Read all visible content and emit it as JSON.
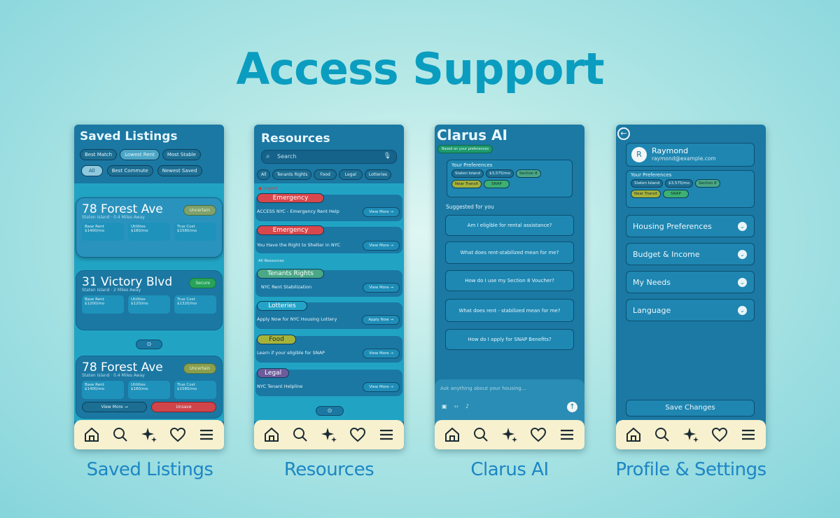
{
  "page": {
    "title": "Access Support"
  },
  "nav_icons": [
    "home-icon",
    "search-icon",
    "sparkle-icon",
    "heart-icon",
    "menu-icon"
  ],
  "captions": [
    "Saved Listings",
    "Resources",
    "Clarus AI",
    "Profile & Settings"
  ],
  "saved": {
    "title": "Saved Listings",
    "filters_row1": [
      "Best Match",
      "Lowest Rent",
      "Most Stable"
    ],
    "filters_row2": [
      "All",
      "Best Commute",
      "Newest Saved"
    ],
    "cards": [
      {
        "address": "78 Forest Ave",
        "sub": "Staten Island · 0.4 Miles Away",
        "badge": "Uncertain",
        "stats": [
          [
            "Base Rent",
            "$1400/mo"
          ],
          [
            "Utilities",
            "$180/mo"
          ],
          [
            "True Cost",
            "$1580/mo"
          ]
        ]
      },
      {
        "address": "31 Victory Blvd",
        "sub": "Staten Island · 2 Miles Away",
        "badge": "Secure",
        "stats": [
          [
            "Base Rent",
            "$1200/mo"
          ],
          [
            "Utilities",
            "$120/mo"
          ],
          [
            "True Cost",
            "$1320/mo"
          ]
        ]
      },
      {
        "address": "78 Forest Ave",
        "sub": "Staten Island · 0.4 Miles Away",
        "badge": "Uncertain",
        "stats": [
          [
            "Base Rent",
            "$1400/mo"
          ],
          [
            "Utilities",
            "$180/mo"
          ],
          [
            "True Cost",
            "$1580/mo"
          ]
        ],
        "view_more": "View More →",
        "unsave": "Unsave"
      }
    ]
  },
  "resources": {
    "title": "Resources",
    "search_placeholder": "Search",
    "chips": [
      "All",
      "Tenants Rights",
      "Food",
      "Legal",
      "Lotteries"
    ],
    "urgent_label": "Urgent",
    "all_label": "All Resources",
    "items": [
      {
        "tag": "Emergency",
        "text": "ACCESS NYC - Emergency Rent Help",
        "button": "View More →"
      },
      {
        "tag": "Emergency",
        "text": "You Have the Right to Shelter in NYC",
        "button": "View More →"
      },
      {
        "tag": "Tenants Rights",
        "text": "NYC Rent Stabilization",
        "button": "View More →"
      },
      {
        "tag": "Lotteries",
        "text": "Apply Now for NYC Housing Lottery",
        "button": "Apply Now →"
      },
      {
        "tag": "Food",
        "text": "Learn if your eligible for SNAP",
        "button": "View More →"
      },
      {
        "tag": "Legal",
        "text": "NYC Tenant Helpline",
        "button": "View More →"
      }
    ]
  },
  "clarus": {
    "title": "Clarus AI",
    "based_label": "Based on your preferences",
    "prefs_label": "Your Preferences",
    "prefs": [
      "Staten Island",
      "$3,575/mo",
      "Section 8",
      "Near Transit",
      "SNAP"
    ],
    "suggested_label": "Suggested for you",
    "questions": [
      "Am I eligible for rental assistance?",
      "What does rent-stabilized mean for me?",
      "How do I use my Section 8 Voucher?",
      "What does rent - stabilized mean for me?",
      "How do I apply for SNAP Benefits?"
    ],
    "input_placeholder": "Ask anything about your housing..."
  },
  "profile": {
    "avatar_letter": "R",
    "name": "Raymond",
    "email": "raymond@example.com",
    "prefs_label": "Your Preferences",
    "prefs": [
      "Staten Island",
      "$3,575/mo",
      "Section 8",
      "Near Transit",
      "SNAP"
    ],
    "menu": [
      "Housing Preferences",
      "Budget & Income",
      "My Needs",
      "Language"
    ],
    "save_label": "Save Changes"
  }
}
